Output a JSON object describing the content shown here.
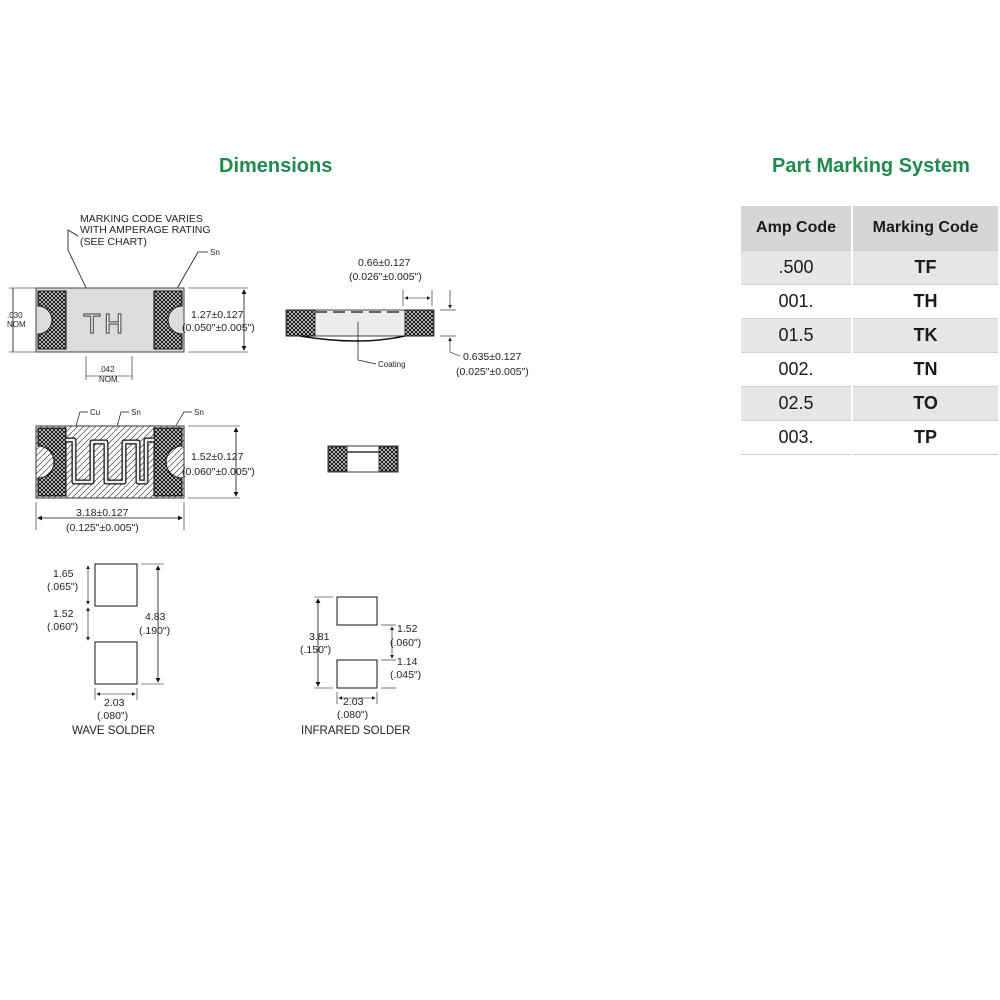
{
  "dimensions": {
    "title": "Dimensions",
    "marking_note": [
      "MARKING CODE VARIES",
      "WITH AMPERAGE RATING",
      "(SEE CHART)"
    ],
    "marking_text": "TH",
    "label_sn": "Sn",
    "label_cu": "Cu",
    "label_coating": "Coating",
    "height_in": ".030",
    "nom": "NOM",
    "pad_in": ".042",
    "nom_dot": "NOM.",
    "h1_mm": "1.27±0.127",
    "h1_in": "(0.050\"±0.005\")",
    "w_end_mm": "0.66±0.127",
    "w_end_in": "(0.026\"±0.005\")",
    "thick_mm": "0.635±0.127",
    "thick_in": "(0.025\"±0.005\")",
    "h2_mm": "1.52±0.127",
    "h2_in": "(0.060\"±0.005\")",
    "len_mm": "3.18±0.127",
    "len_in": "(0.125\"±0.005\")"
  },
  "wave_solder": {
    "pad_h_mm": "1.65",
    "pad_h_in": "(.065\")",
    "gap_mm": "1.52",
    "gap_in": "(.060\")",
    "total_mm": "4.83",
    "total_in": "(.190\")",
    "width_mm": "2.03",
    "width_in": "(.080\")",
    "label": "WAVE SOLDER"
  },
  "infrared_solder": {
    "total_mm": "3.81",
    "total_in": "(.150\")",
    "pad_h_mm": "1.52",
    "pad_h_in": "(.060\")",
    "gap_mm": "1.14",
    "gap_in": "(.045\")",
    "width_mm": "2.03",
    "width_in": "(.080\")",
    "label": "INFRARED SOLDER"
  },
  "part_marking": {
    "title": "Part Marking System",
    "headers": [
      "Amp Code",
      "Marking Code"
    ],
    "rows": [
      {
        "amp": ".500",
        "code": "TF"
      },
      {
        "amp": "001.",
        "code": "TH"
      },
      {
        "amp": "01.5",
        "code": "TK"
      },
      {
        "amp": "002.",
        "code": "TN"
      },
      {
        "amp": "02.5",
        "code": "TO"
      },
      {
        "amp": "003.",
        "code": "TP"
      }
    ]
  }
}
